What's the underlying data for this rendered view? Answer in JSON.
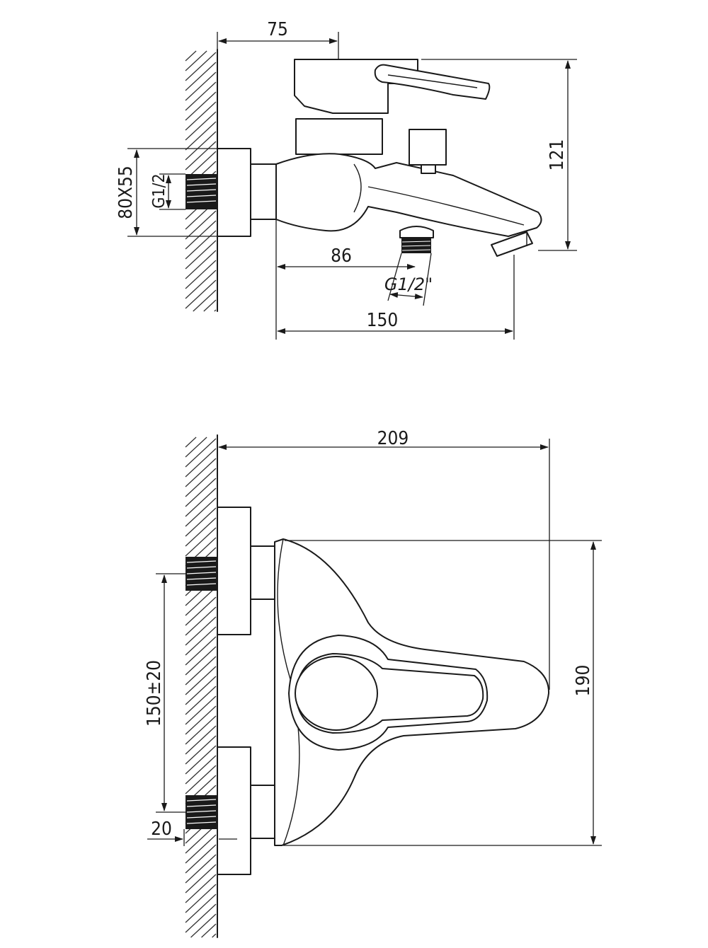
{
  "side_view": {
    "dim_75": "75",
    "dim_121": "121",
    "dim_80x55": "80X55",
    "dim_g12_inlet": "G1/2",
    "dim_86": "86",
    "dim_g12_outlet": "G1/2\"",
    "dim_150": "150"
  },
  "front_view": {
    "dim_209": "209",
    "dim_190": "190",
    "dim_150_20": "150±20",
    "dim_20": "20"
  }
}
